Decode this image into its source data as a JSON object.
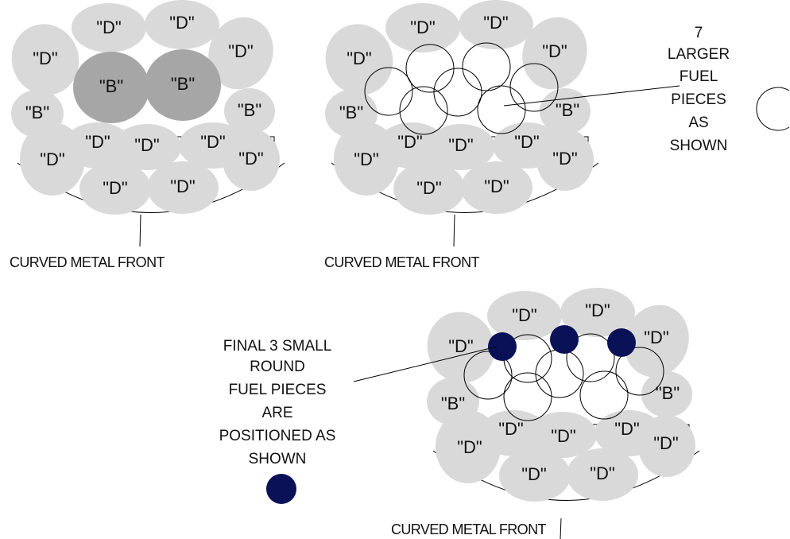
{
  "colors": {
    "piece_d": "#d9d9d9",
    "piece_b_large": "#a6a6a6",
    "small_round_fuel": "#0b1157",
    "outline": "#000000"
  },
  "labels": {
    "d_piece": "\"D\"",
    "b_piece": "\"B\""
  },
  "captions": {
    "curved_front": "CURVED METAL FRONT"
  },
  "annotations": {
    "larger_fuel": [
      "7",
      "LARGER",
      "FUEL",
      "PIECES",
      "AS",
      "SHOWN"
    ],
    "small_round_fuel": [
      "FINAL 3 SMALL",
      "ROUND",
      "FUEL PIECES",
      "ARE",
      "POSITIONED AS",
      "SHOWN"
    ]
  }
}
